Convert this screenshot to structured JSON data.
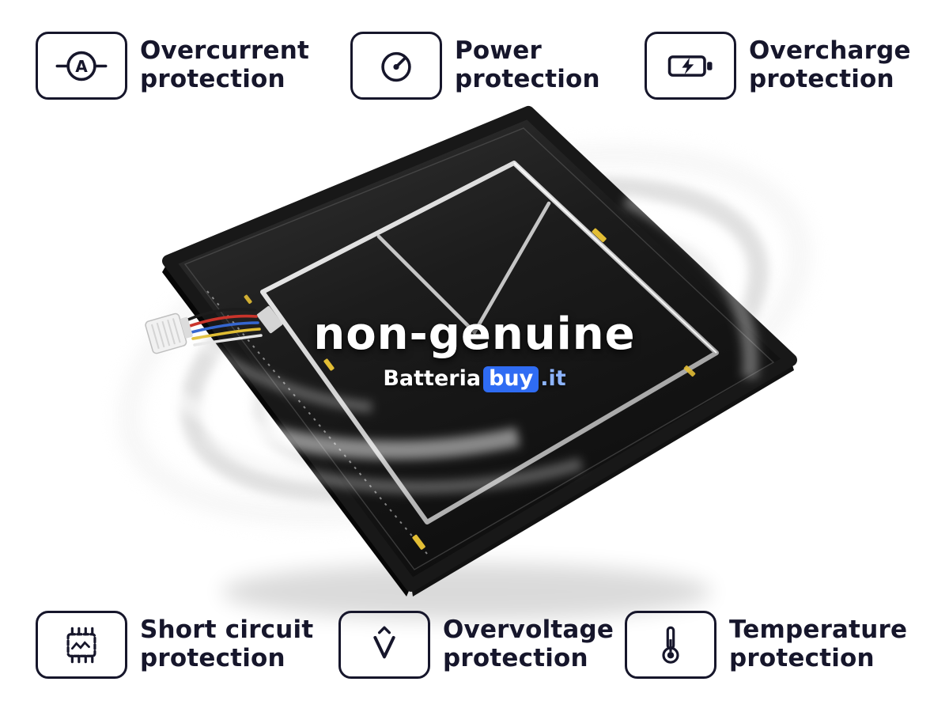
{
  "badges": [
    {
      "line1": "Overcurrent",
      "line2": "protection",
      "icon": "ammeter-icon",
      "icon_letter": "A"
    },
    {
      "line1": "Power",
      "line2": "protection",
      "icon": "gauge-icon"
    },
    {
      "line1": "Overcharge",
      "line2": "protection",
      "icon": "battery-charging-icon"
    },
    {
      "line1": "Short circuit",
      "line2": "protection",
      "icon": "chip-icon"
    },
    {
      "line1": "Overvoltage",
      "line2": "protection",
      "icon": "overvoltage-icon"
    },
    {
      "line1": "Temperature",
      "line2": "protection",
      "icon": "thermometer-icon"
    }
  ],
  "watermark": {
    "title": "non-genuine",
    "brand_main": "Batteria",
    "brand_highlight": "buy",
    "brand_suffix": ".it"
  },
  "colors": {
    "ink": "#16162b",
    "accent_blue": "#2f6cf3",
    "battery_black": "#1a1a1a",
    "swirl_gray": "#dedede",
    "tape_yellow": "#e3be35"
  }
}
